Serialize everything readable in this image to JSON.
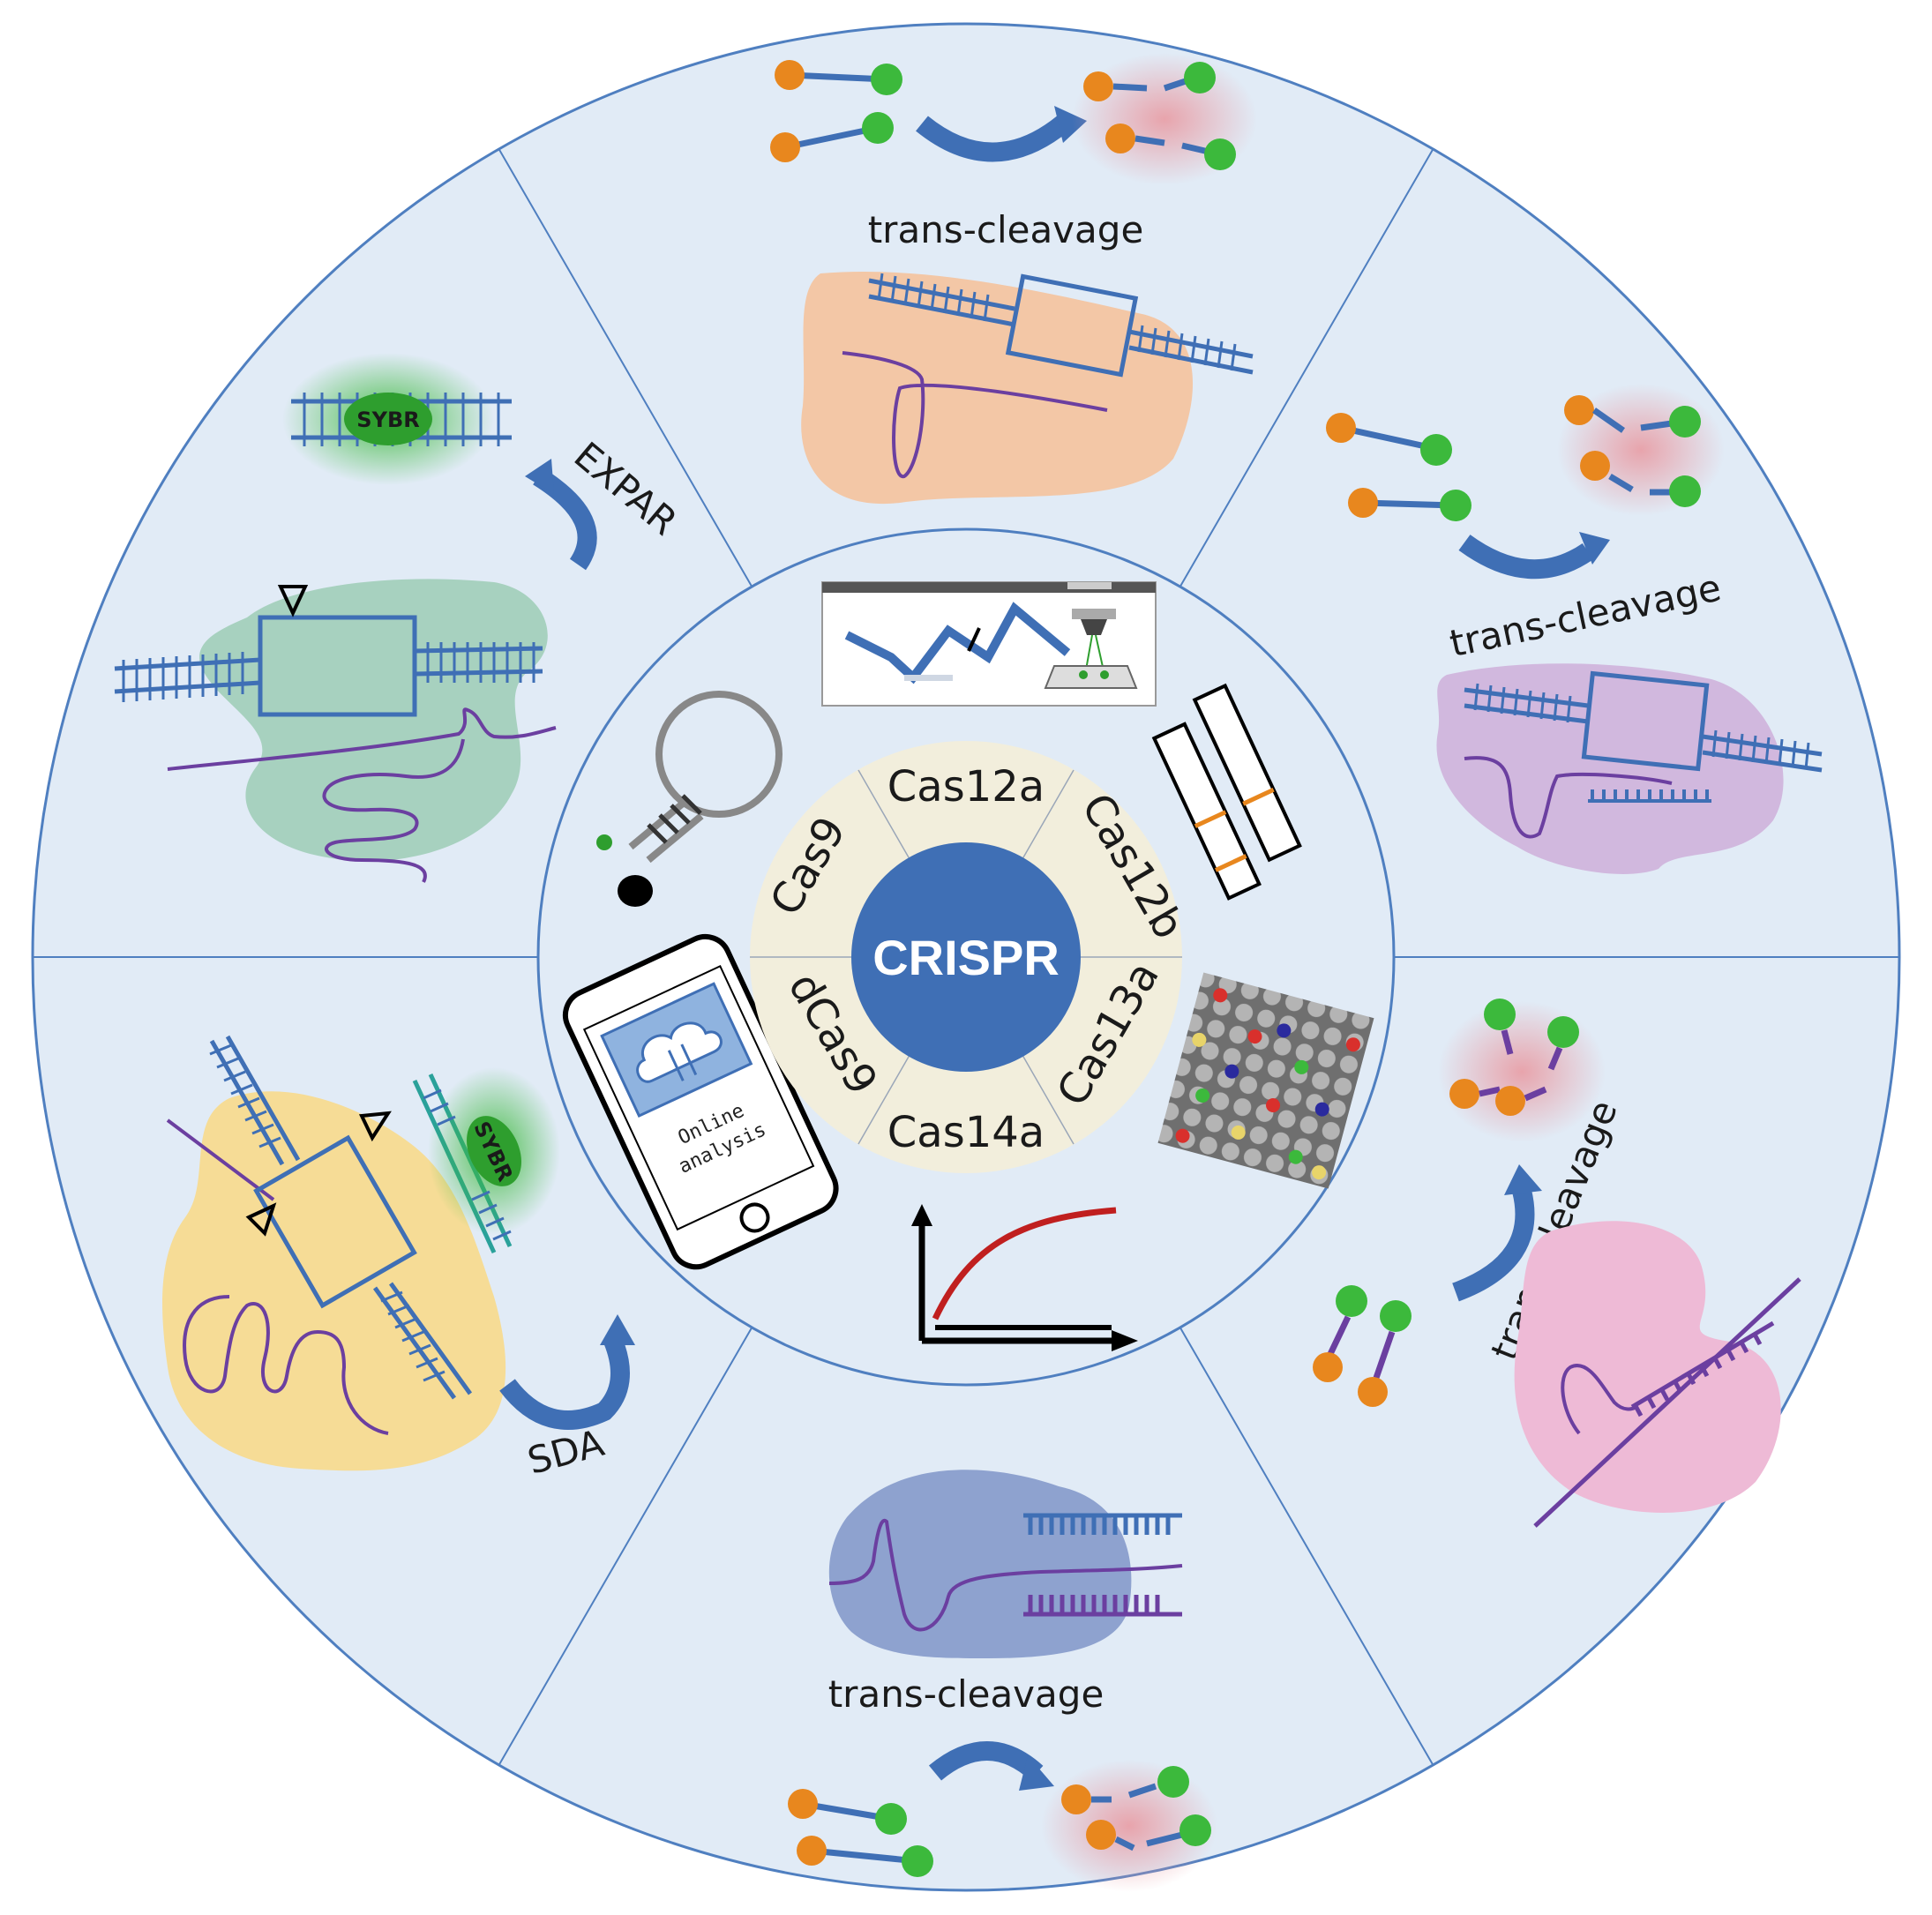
{
  "center_label": "CRISPR",
  "inner_ring": {
    "proteins": [
      "Cas12a",
      "Cas12b",
      "Cas13a",
      "Cas14a",
      "dCas9",
      "Cas9"
    ]
  },
  "outer_sections": {
    "top": {
      "label": "trans-cleavage"
    },
    "upper_right": {
      "label": "trans-cleavage"
    },
    "lower_right": {
      "label": "trans-cleavage"
    },
    "bottom": {
      "label": "trans-cleavage"
    },
    "lower_left": {
      "label": "SDA",
      "dye": "SYBR"
    },
    "upper_left": {
      "label": "EXPAR",
      "dye": "SYBR"
    }
  },
  "phone": {
    "screen_text": [
      "Online",
      "analysis"
    ]
  },
  "colors": {
    "outer_bg": "#e1ebf6",
    "divider": "#4f7fc0",
    "center": "#3f6fb5",
    "inner_ring": "#f2eedc",
    "dna_blue": "#3f6fb5",
    "rna_purple": "#6b3fa0",
    "quencher": "#e8871e",
    "fluor_green": "#3cb93c",
    "glow_red": "#e8a0a8",
    "blob_orange": "#f3c7a6",
    "blob_purple": "#d1b8de",
    "blob_pink": "#eebad6",
    "blob_blue": "#8ea2cf",
    "blob_yellow": "#f6dc96",
    "blob_green": "#a7d1bf"
  }
}
